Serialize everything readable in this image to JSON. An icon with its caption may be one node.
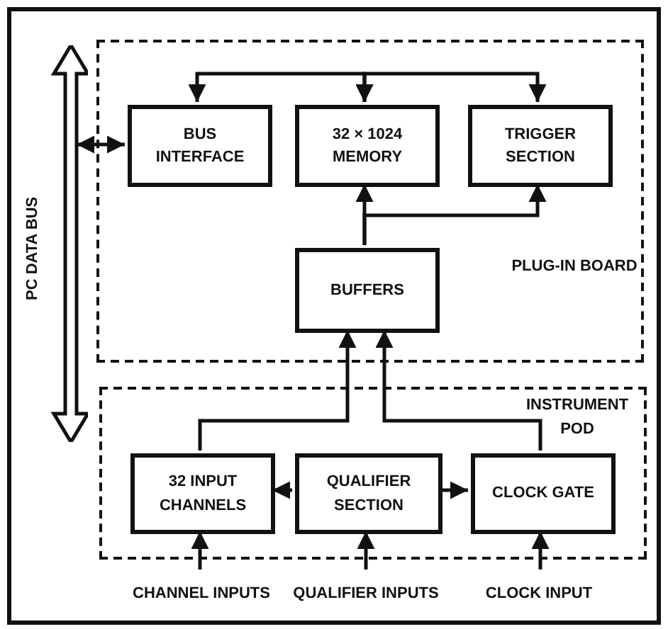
{
  "diagram": {
    "nodes": [
      {
        "text": [
          "PLUG-IN BOARD"
        ]
      },
      {
        "text": [
          "BUS INTERFACE"
        ],
        "in": 0
      },
      {
        "text": [
          "32 × 1024 MEMORY"
        ],
        "in": 0
      },
      {
        "text": [
          "TRIGGER SECTION"
        ],
        "in": 0
      },
      {
        "text": [
          "BUFFERS"
        ],
        "in": 0
      },
      {
        "text": [
          "INSTRUMENT POD"
        ]
      },
      {
        "text": [
          "32 INPUT CHANNELS"
        ],
        "in": 5
      },
      {
        "text": [
          "QUALIFIER SECTION"
        ],
        "in": 5
      },
      {
        "text": [
          "CLOCK GATE"
        ],
        "in": 5
      },
      {
        "text": [
          "PC DATA BUS"
        ]
      },
      {
        "text": [
          "CHANNEL INPUTS"
        ]
      },
      {
        "text": [
          "QUALIFIER INPUTS"
        ]
      },
      {
        "text": [
          "CLOCK INPUT"
        ]
      }
    ],
    "edges": [
      {
        "from": 9,
        "to": 1,
        "arrow": "both"
      },
      {
        "from": 1,
        "to": 2,
        "arrow": "both"
      },
      {
        "from": 2,
        "to": 3,
        "arrow": "both"
      },
      {
        "from": 4,
        "to": 2,
        "arrow": "to"
      },
      {
        "from": 4,
        "to": 3,
        "arrow": "to"
      },
      {
        "from": 6,
        "to": 4,
        "arrow": "to"
      },
      {
        "from": 8,
        "to": 4,
        "arrow": "to"
      },
      {
        "from": 7,
        "to": 6,
        "arrow": "to"
      },
      {
        "from": 7,
        "to": 8,
        "arrow": "to"
      },
      {
        "from": 10,
        "to": 6,
        "arrow": "to"
      },
      {
        "from": 11,
        "to": 7,
        "arrow": "to"
      },
      {
        "from": 12,
        "to": 8,
        "arrow": "to"
      }
    ]
  }
}
